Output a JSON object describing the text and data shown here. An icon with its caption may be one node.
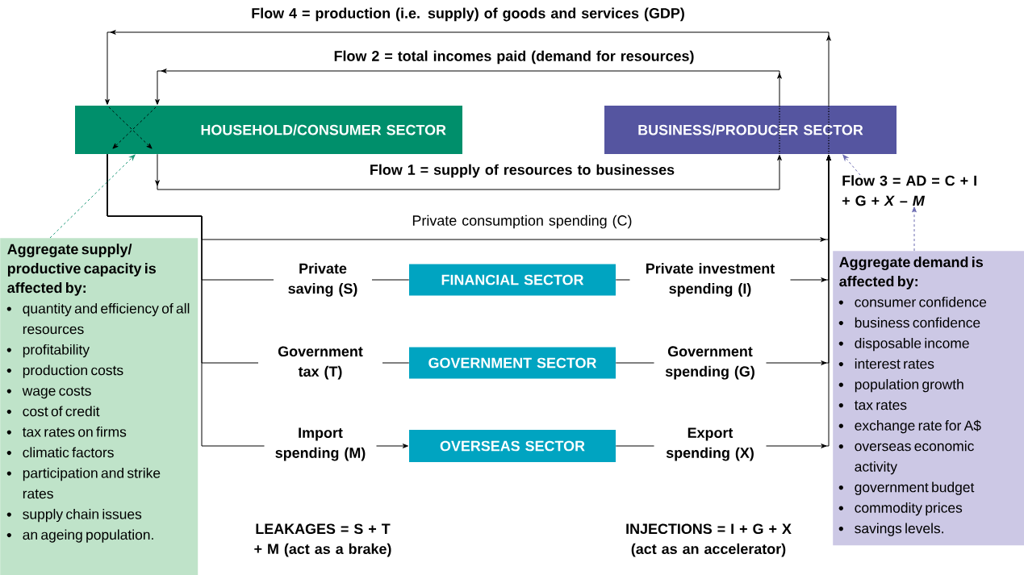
{
  "diagram": {
    "nodes": [
      {
        "text": [
          "HOUSEHOLD/CONSUMER SECTOR"
        ]
      },
      {
        "text": [
          "BUSINESS/PRODUCER SECTOR"
        ]
      },
      {
        "text": [
          "FINANCIAL SECTOR"
        ]
      },
      {
        "text": [
          "GOVERNMENT SECTOR"
        ]
      },
      {
        "text": [
          "OVERSEAS SECTOR"
        ]
      },
      {
        "text": [
          "Aggregate supply/ productive capacity is affected by:",
          "quantity and efficiency of all resources",
          "profitability",
          "production costs",
          "wage costs",
          "cost of credit",
          "tax rates on firms",
          "climatic factors",
          "participation and strike rates",
          "supply chain issues",
          "an ageing population."
        ]
      },
      {
        "text": [
          "Aggregate demand is affected by:",
          "consumer confidence",
          "business confidence",
          "disposable income",
          "interest rates",
          "population growth",
          "tax rates",
          "exchange rate for A$",
          "overseas economic activity",
          "government budget",
          "commodity prices",
          "savings levels."
        ]
      },
      {
        "text": [
          "Flow 3 = AD = C + I + G + *X* – *M*"
        ]
      }
    ],
    "edges": [
      {
        "from": 1,
        "to": 0,
        "arrow": "to",
        "label": "Flow 4 = production (i.e. supply) of goods and services (GDP)"
      },
      {
        "from": 1,
        "to": 0,
        "arrow": "to",
        "label": "Flow 2 = total incomes paid (demand for resources)"
      },
      {
        "from": 0,
        "to": 1,
        "arrow": "to",
        "label": "Flow 1 = supply of resources to businesses"
      },
      {
        "from": 0,
        "to": 1,
        "arrow": "to",
        "label": "Private consumption spending (C)"
      },
      {
        "from": 0,
        "to": 2,
        "arrow": "none",
        "label": "Private saving (S)"
      },
      {
        "from": 0,
        "to": 3,
        "arrow": "none",
        "label": "Government tax (T)"
      },
      {
        "from": 0,
        "to": 4,
        "arrow": "to",
        "label": "Import spending (M)"
      },
      {
        "from": 2,
        "to": 1,
        "arrow": "to",
        "label": "Private investment spending (I)"
      },
      {
        "from": 3,
        "to": 1,
        "arrow": "to",
        "label": "Government spending (G)"
      },
      {
        "from": 4,
        "to": 1,
        "arrow": "to",
        "label": "Export spending (X)"
      },
      {
        "from": 5,
        "to": 0,
        "arrow": "to",
        "style": "dashed",
        "color": "#1a9877"
      },
      {
        "from": 6,
        "to": 7,
        "arrow": "to",
        "style": "dashed",
        "color": "#6a6ab0"
      },
      {
        "from": 7,
        "to": 1,
        "arrow": "to",
        "style": "dashed",
        "color": "#6a6ab0"
      }
    ],
    "labels": [
      "LEAKAGES = S + T + M (act as a brake)",
      "INJECTIONS = I + G + X (act as an accelerator)"
    ]
  }
}
